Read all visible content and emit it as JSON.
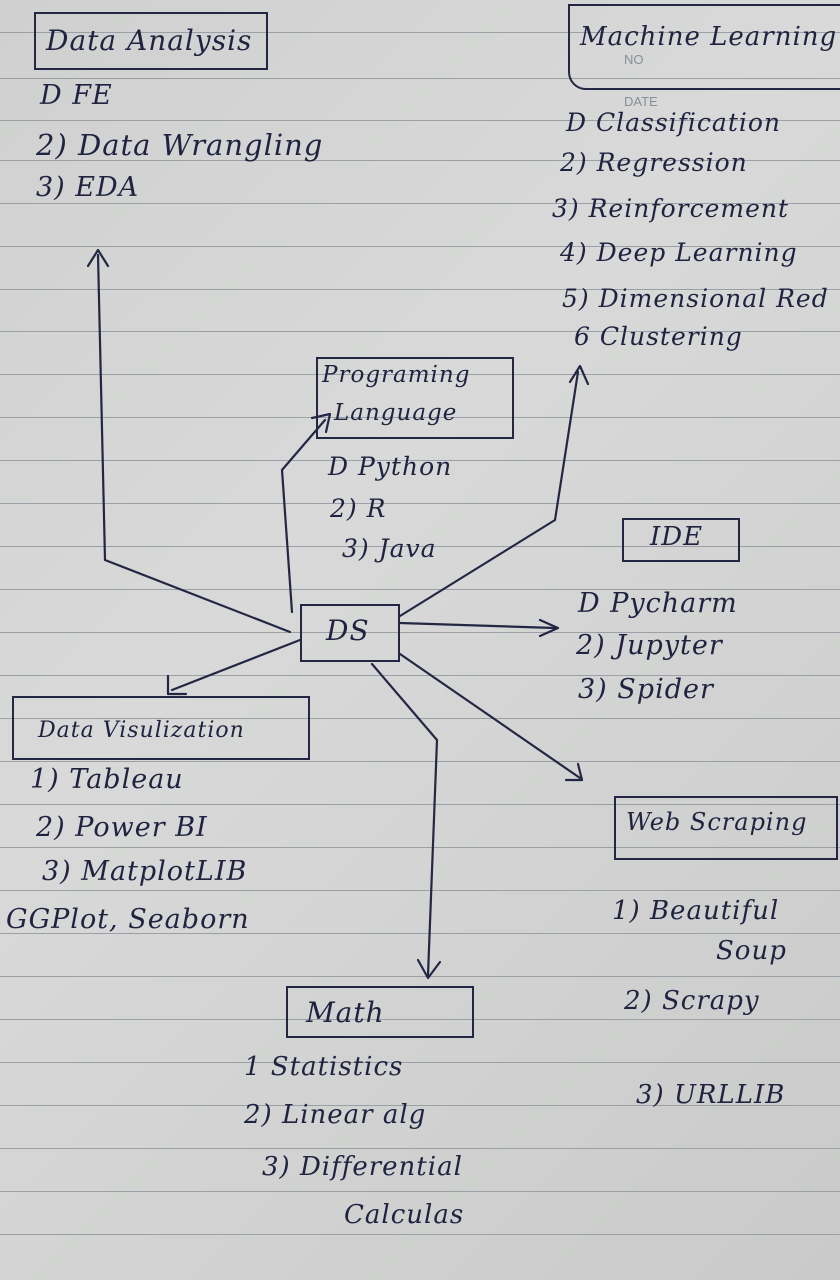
{
  "notebook": {
    "no_label": "NO",
    "date_label": "DATE"
  },
  "center": {
    "label": "DS"
  },
  "data_analysis": {
    "title": "Data Analysis",
    "items": [
      "D FE",
      "2) Data Wrangling",
      "3) EDA"
    ]
  },
  "machine_learning": {
    "title": "Machine Learning",
    "items": [
      "D Classification",
      "2) Regression",
      "3) Reinforcement",
      "4) Deep Learning",
      "5) Dimensional Red",
      "6 Clustering"
    ]
  },
  "programming_language": {
    "title_line1": "Programing",
    "title_line2": "Language",
    "items": [
      "D Python",
      "2) R",
      "3) Java"
    ]
  },
  "ide": {
    "title": "IDE",
    "items": [
      "D Pycharm",
      "2) Jupyter",
      "3) Spider"
    ]
  },
  "data_visualization": {
    "title": "Data Visulization",
    "items": [
      "1) Tableau",
      "2) Power BI",
      "3) MatplotLIB",
      "GGPlot, Seaborn"
    ]
  },
  "web_scraping": {
    "title": "Web Scraping",
    "items": [
      "1) Beautiful",
      "Soup",
      "2) Scrapy",
      "3) URLLIB"
    ]
  },
  "math": {
    "title": "Math",
    "items": [
      "1 Statistics",
      "2) Linear alg",
      "3) Differential",
      "Calculas"
    ]
  }
}
